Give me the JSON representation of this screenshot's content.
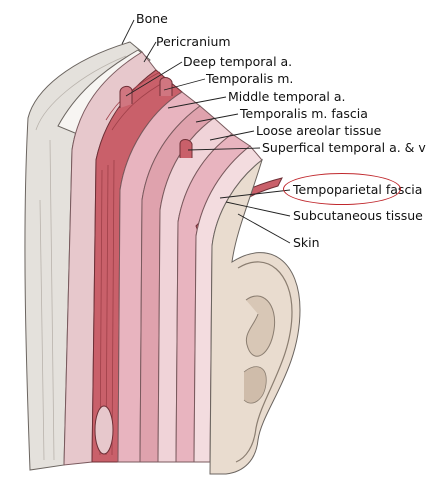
{
  "labels": {
    "bone": "Bone",
    "pericranium": "Pericranium",
    "deep_temporal": "Deep temporal a.",
    "temporalis_m": "Temporalis m.",
    "middle_temporal": "Middle temporal a.",
    "temporalis_fascia": "Temporalis m. fascia",
    "loose_areolar": "Loose areolar tissue",
    "superficial_temporal": "Superfical temporal a. & v.",
    "tempoparietal": "Tempoparietal fascia",
    "subcutaneous": "Subcutaneous tissue",
    "skin": "Skin"
  },
  "colors": {
    "highlight": "#c0282d",
    "tissue_pink": "#e8b4bf",
    "muscle_red": "#c9606a",
    "skin_tone": "#e9dccf",
    "bone_white": "#f7f5f2"
  }
}
